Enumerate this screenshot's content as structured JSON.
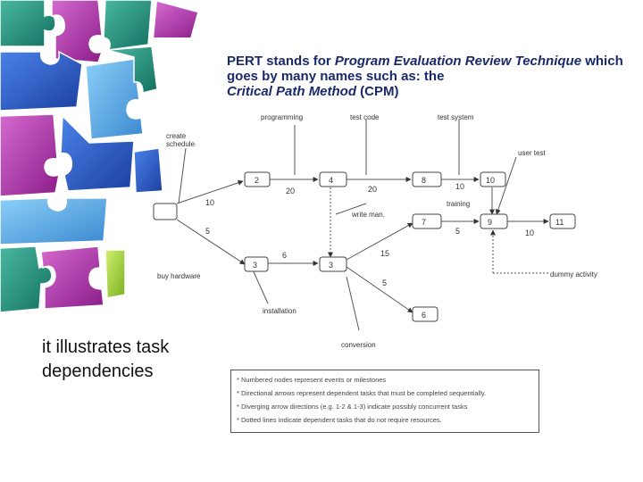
{
  "title": {
    "pert": "PERT",
    "stands_for": " stands for ",
    "pert_expansion": "Program Evaluation Review Technique",
    "goes_by": " which goes by many names such as: ",
    "the": "the ",
    "cpm_name": "Critical Path Method",
    "cpm_abbr": " (CPM)"
  },
  "side_text": "it illustrates task dependencies",
  "diagram": {
    "labels": {
      "programming": "programming",
      "test_code": "test code",
      "test_system": "test system",
      "create_schedule": "create schedule",
      "user_test": "user test",
      "write_man": "write man.",
      "training": "training",
      "buy_hardware": "buy hardware",
      "installation": "installation",
      "conversion": "conversion",
      "dummy_activity": "dummy activity"
    },
    "nodes": {
      "n1": "",
      "n2": "2",
      "n3a": "3",
      "n3b": "3",
      "n4": "4",
      "n6": "6",
      "n7": "7",
      "n8": "8",
      "n9": "9",
      "n10": "10",
      "n11": "11"
    },
    "durations": {
      "d_1_2": "10",
      "d_1_3": "5",
      "d_2_4": "20",
      "d_4_8": "20",
      "d_3_3": "6",
      "d_3_7": "15",
      "d_3_6": "5",
      "d_8_10": "10",
      "d_7_9": "5",
      "d_9_11": "10"
    }
  },
  "legend": [
    "* Numbered nodes represent events or milestones",
    "* Directional arrows represent dependent tasks that must be completed sequentially.",
    "* Diverging arrow directions (e.g. 1-2 & 1-3) indicate possibly concurrent tasks",
    "* Dotted lines indicate dependent tasks that do not require resources."
  ],
  "colors": {
    "title": "#1a2a6a",
    "puzzle_teal": "#1f8a78",
    "puzzle_magenta": "#b02ea8",
    "puzzle_blue": "#2a5cc8",
    "puzzle_lightblue": "#5aa8e6"
  }
}
